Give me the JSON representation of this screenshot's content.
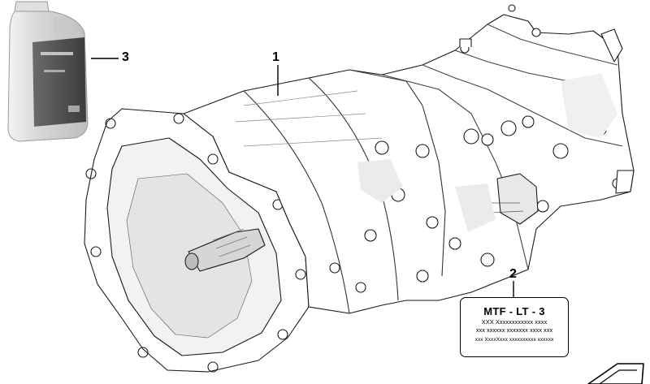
{
  "callouts": {
    "transmission": "1",
    "label": "2",
    "oil_bottle": "3"
  },
  "label_card": {
    "title": "MTF - LT - 3",
    "line1": "XXX Xxxxxxxxxxxx xxxx",
    "line2": "xxx xxxxxx xxxxxxx xxxx xxx",
    "line3": "xxx XxxxXxxx xxxxxxxxxx xxxxxx"
  },
  "colors": {
    "line": "#1a1a1a",
    "bottle_label": "#4a4a4a",
    "bottle_body": "#e6e6e6",
    "shading": "#cfcfcf"
  },
  "icons": {
    "bottom_right": "arrow-icon"
  }
}
